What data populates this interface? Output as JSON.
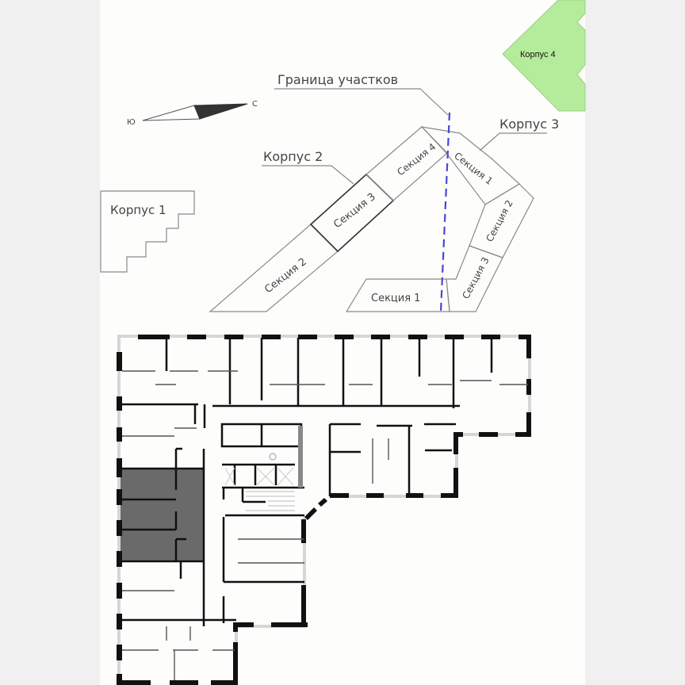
{
  "colors": {
    "margin_bg": "#f0f0f0",
    "sheet_bg": "#fdfdfc",
    "outline": "#8a8a8a",
    "wall": "#111111",
    "thin_wall": "#444444",
    "window": "#d6d6d6",
    "boundary_line": "#4a46d8",
    "korpus4_fill": "#b5ec9c",
    "highlight_apartment": "#6a6a6a"
  },
  "site_plan": {
    "boundary_label": "Граница участков",
    "compass": {
      "north_letter": "С",
      "south_letter": "Ю"
    },
    "buildings": [
      {
        "id": "korpus-1",
        "label": "Корпус 1",
        "sections": []
      },
      {
        "id": "korpus-2",
        "label": "Корпус 2",
        "sections": [
          "Секция 2",
          "Секция 3",
          "Секция 4"
        ]
      },
      {
        "id": "korpus-3",
        "label": "Корпус 3",
        "sections": [
          "Секция 1",
          "Секция 2",
          "Секция 3"
        ]
      },
      {
        "id": "korpus-4",
        "label": "Корпус 4",
        "sections": []
      }
    ],
    "unlabeled_section": "Секция 1",
    "highlighted_section": "Секция 3"
  },
  "floor_plan": {
    "highlighted_apartment": "selected-apartment"
  }
}
